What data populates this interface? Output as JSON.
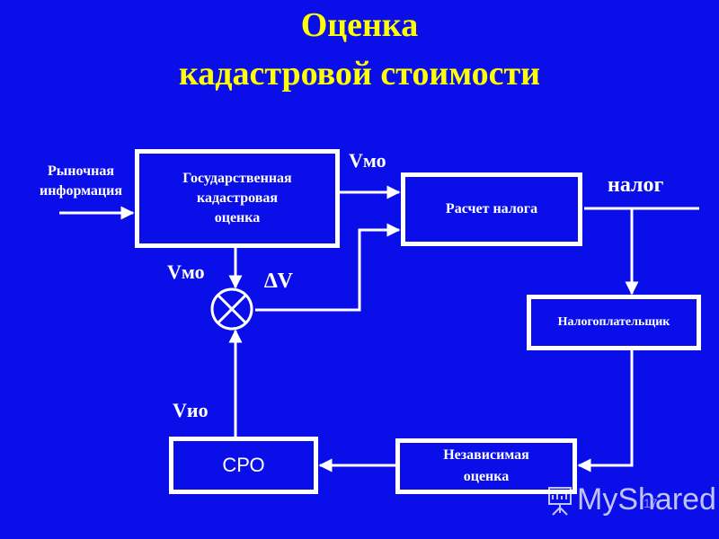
{
  "title": {
    "line1": "Оценка",
    "line2": "кадастровой стоимости"
  },
  "inputs": {
    "market_info_line1": "Рыночная",
    "market_info_line2": "информация"
  },
  "boxes": {
    "state_valuation_line1": "Государственная",
    "state_valuation_line2": "кадастровая",
    "state_valuation_line3": "оценка",
    "tax_calc": "Расчет налога",
    "taxpayer": "Налогоплательщик",
    "independent_line1": "Независимая",
    "independent_line2": "оценка",
    "sro": "СРО"
  },
  "labels": {
    "v_mo_top": "Vмо",
    "v_mo_left": "Vмо",
    "delta_v": "∆V",
    "v_io": "Vио",
    "tax": "налог"
  },
  "footer": {
    "watermark": "MyShared",
    "page_number": "17"
  },
  "colors": {
    "background": "#0a0ee8",
    "title": "#ffff00",
    "lines": "#ffffff"
  }
}
